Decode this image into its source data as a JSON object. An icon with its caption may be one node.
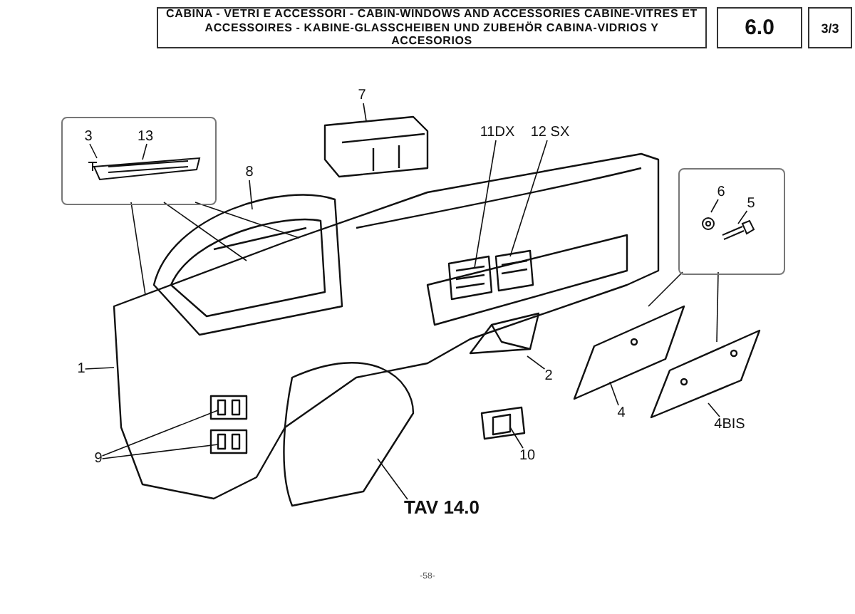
{
  "diagram": {
    "title": "CABINA - VETRI E ACCESSORI - CABIN-WINDOWS AND ACCESSORIES CABINE-VITRES ET ACCESSOIRES - KABINE-GLASSCHEIBEN UND ZUBEHÖR CABINA-VIDRIOS Y ACCESORIOS",
    "nodes": [
      {
        "text": [],
        "shape": "box"
      },
      {
        "text": [
          "3"
        ],
        "in": 0
      },
      {
        "text": [
          "13"
        ],
        "in": 0
      },
      {
        "text": [
          "8"
        ]
      },
      {
        "text": [
          "7"
        ]
      },
      {
        "text": [
          "11DX"
        ]
      },
      {
        "text": [
          "12 SX"
        ]
      },
      {
        "text": [],
        "shape": "box"
      },
      {
        "text": [
          "6"
        ],
        "in": 7
      },
      {
        "text": [
          "5"
        ],
        "in": 7
      },
      {
        "text": [
          "1"
        ]
      },
      {
        "text": [
          "9"
        ]
      },
      {
        "text": [
          "2"
        ]
      },
      {
        "text": [
          "4"
        ]
      },
      {
        "text": [
          "4BIS"
        ]
      },
      {
        "text": [
          "10"
        ]
      },
      {
        "text": [
          "TAV 14.0"
        ]
      }
    ],
    "edges": [
      {
        "from": 1,
        "to": null,
        "arrow": "none"
      },
      {
        "from": 2,
        "to": null,
        "arrow": "none"
      },
      {
        "from": 0,
        "to": null,
        "arrow": "none"
      },
      {
        "from": 0,
        "to": null,
        "arrow": "none"
      },
      {
        "from": 0,
        "to": null,
        "arrow": "none"
      },
      {
        "from": 3,
        "to": null,
        "arrow": "none"
      },
      {
        "from": 4,
        "to": null,
        "arrow": "none"
      },
      {
        "from": 5,
        "to": null,
        "arrow": "none"
      },
      {
        "from": 6,
        "to": null,
        "arrow": "none"
      },
      {
        "from": 8,
        "to": null,
        "arrow": "none"
      },
      {
        "from": 9,
        "to": null,
        "arrow": "none"
      },
      {
        "from": 7,
        "to": null,
        "arrow": "none"
      },
      {
        "from": 7,
        "to": null,
        "arrow": "none"
      },
      {
        "from": 10,
        "to": null,
        "arrow": "none"
      },
      {
        "from": 11,
        "to": null,
        "arrow": "none"
      },
      {
        "from": 11,
        "to": null,
        "arrow": "none"
      },
      {
        "from": 12,
        "to": null,
        "arrow": "none"
      },
      {
        "from": 13,
        "to": null,
        "arrow": "none"
      },
      {
        "from": 14,
        "to": null,
        "arrow": "none"
      },
      {
        "from": 15,
        "to": null,
        "arrow": "none"
      },
      {
        "from": 16,
        "to": null,
        "arrow": "none"
      }
    ],
    "labels": [
      "6.0",
      "3/3",
      "-58-"
    ]
  }
}
